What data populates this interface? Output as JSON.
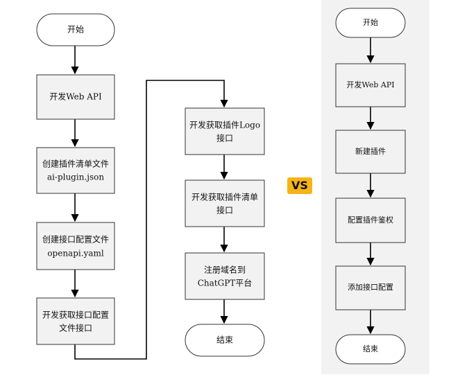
{
  "left_flow": {
    "start": "开始",
    "step1": "开发Web API",
    "step2_line1": "创建插件清单文件",
    "step2_line2": "ai-plugin.json",
    "step3_line1": "创建接口配置文件",
    "step3_line2": "openapi.yaml",
    "step4_line1": "开发获取接口配置",
    "step4_line2": "文件接口",
    "step5_line1": "开发获取插件Logo",
    "step5_line2": "接口",
    "step6_line1": "开发获取插件清单",
    "step6_line2": "接口",
    "step7_line1": "注册域名到",
    "step7_line2": "ChatGPT平台",
    "end": "结束"
  },
  "vs_label": "VS",
  "right_flow": {
    "start": "开始",
    "step1": "开发Web API",
    "step2": "新建插件",
    "step3": "配置插件鉴权",
    "step4": "添加接口配置",
    "end": "结束"
  },
  "colors": {
    "box_fill": "#f2f2f2",
    "border": "#333333",
    "vs_badge": "#f5b418"
  }
}
